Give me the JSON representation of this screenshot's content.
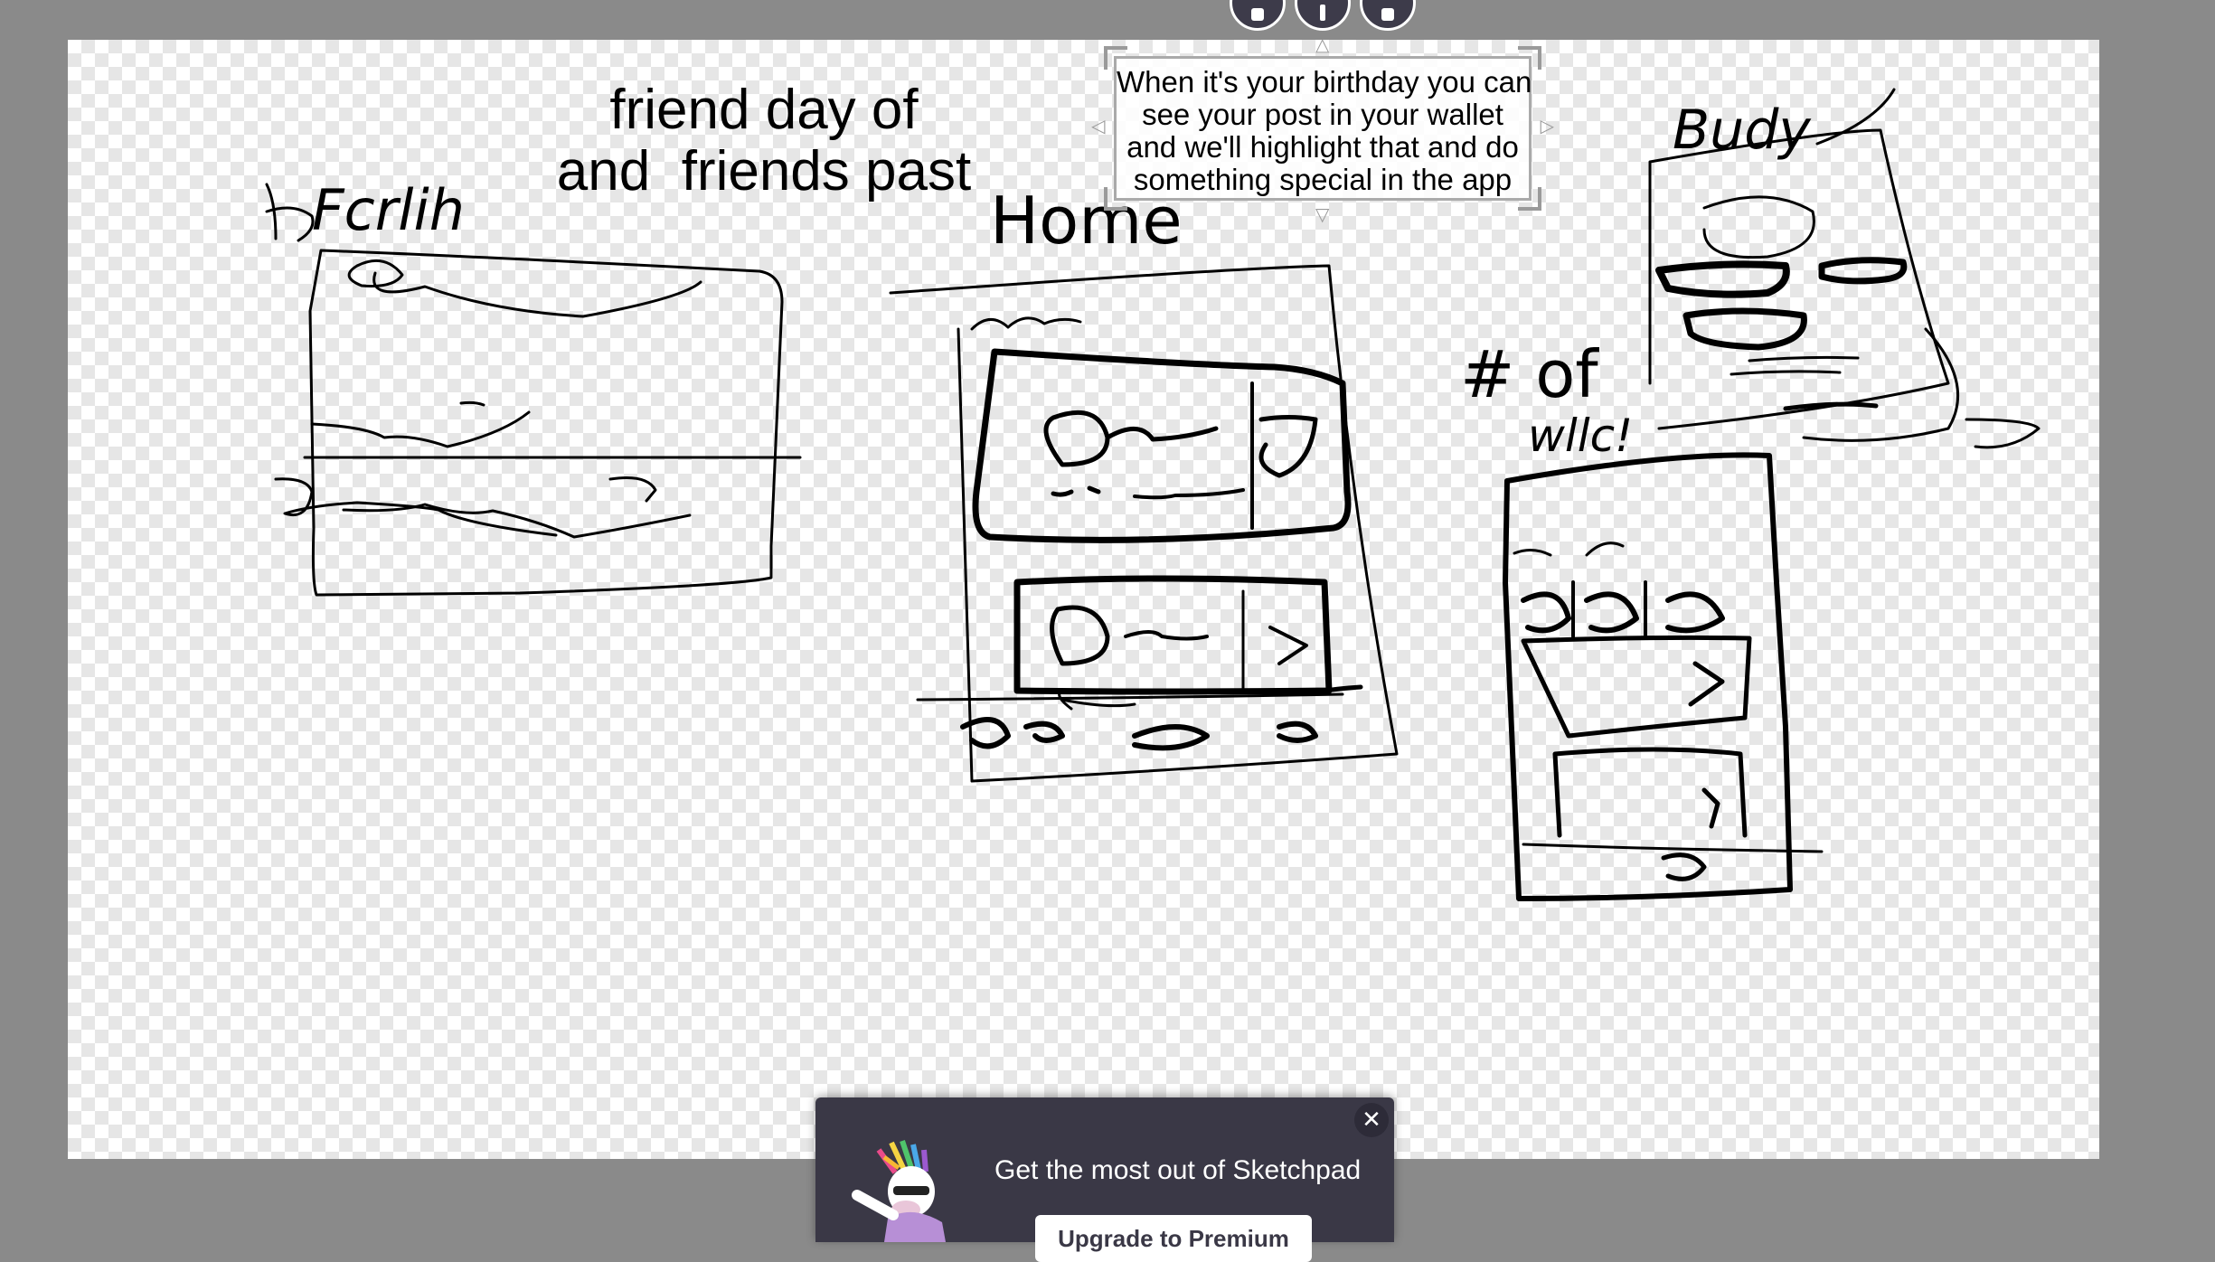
{
  "toolbar": {
    "buttons": [
      {
        "icon": "layers-icon"
      },
      {
        "icon": "info-icon"
      },
      {
        "icon": "trash-icon"
      }
    ]
  },
  "canvas": {
    "title_lines": [
      "friend day of",
      "and  friends past"
    ],
    "selected_note_lines": [
      "When it's your birthday you can",
      "see your post in your wallet",
      "and we'll highlight that and do",
      "something special in the app"
    ],
    "handwritten_labels": [
      "Fcrlih",
      "Home",
      "# of",
      "wllc!",
      "Budy"
    ]
  },
  "promo": {
    "headline": "Get the most out of Sketchpad",
    "button_label": "Upgrade to Premium",
    "close_label": "✕",
    "mascot_icon": "unicorn-dab-icon"
  }
}
